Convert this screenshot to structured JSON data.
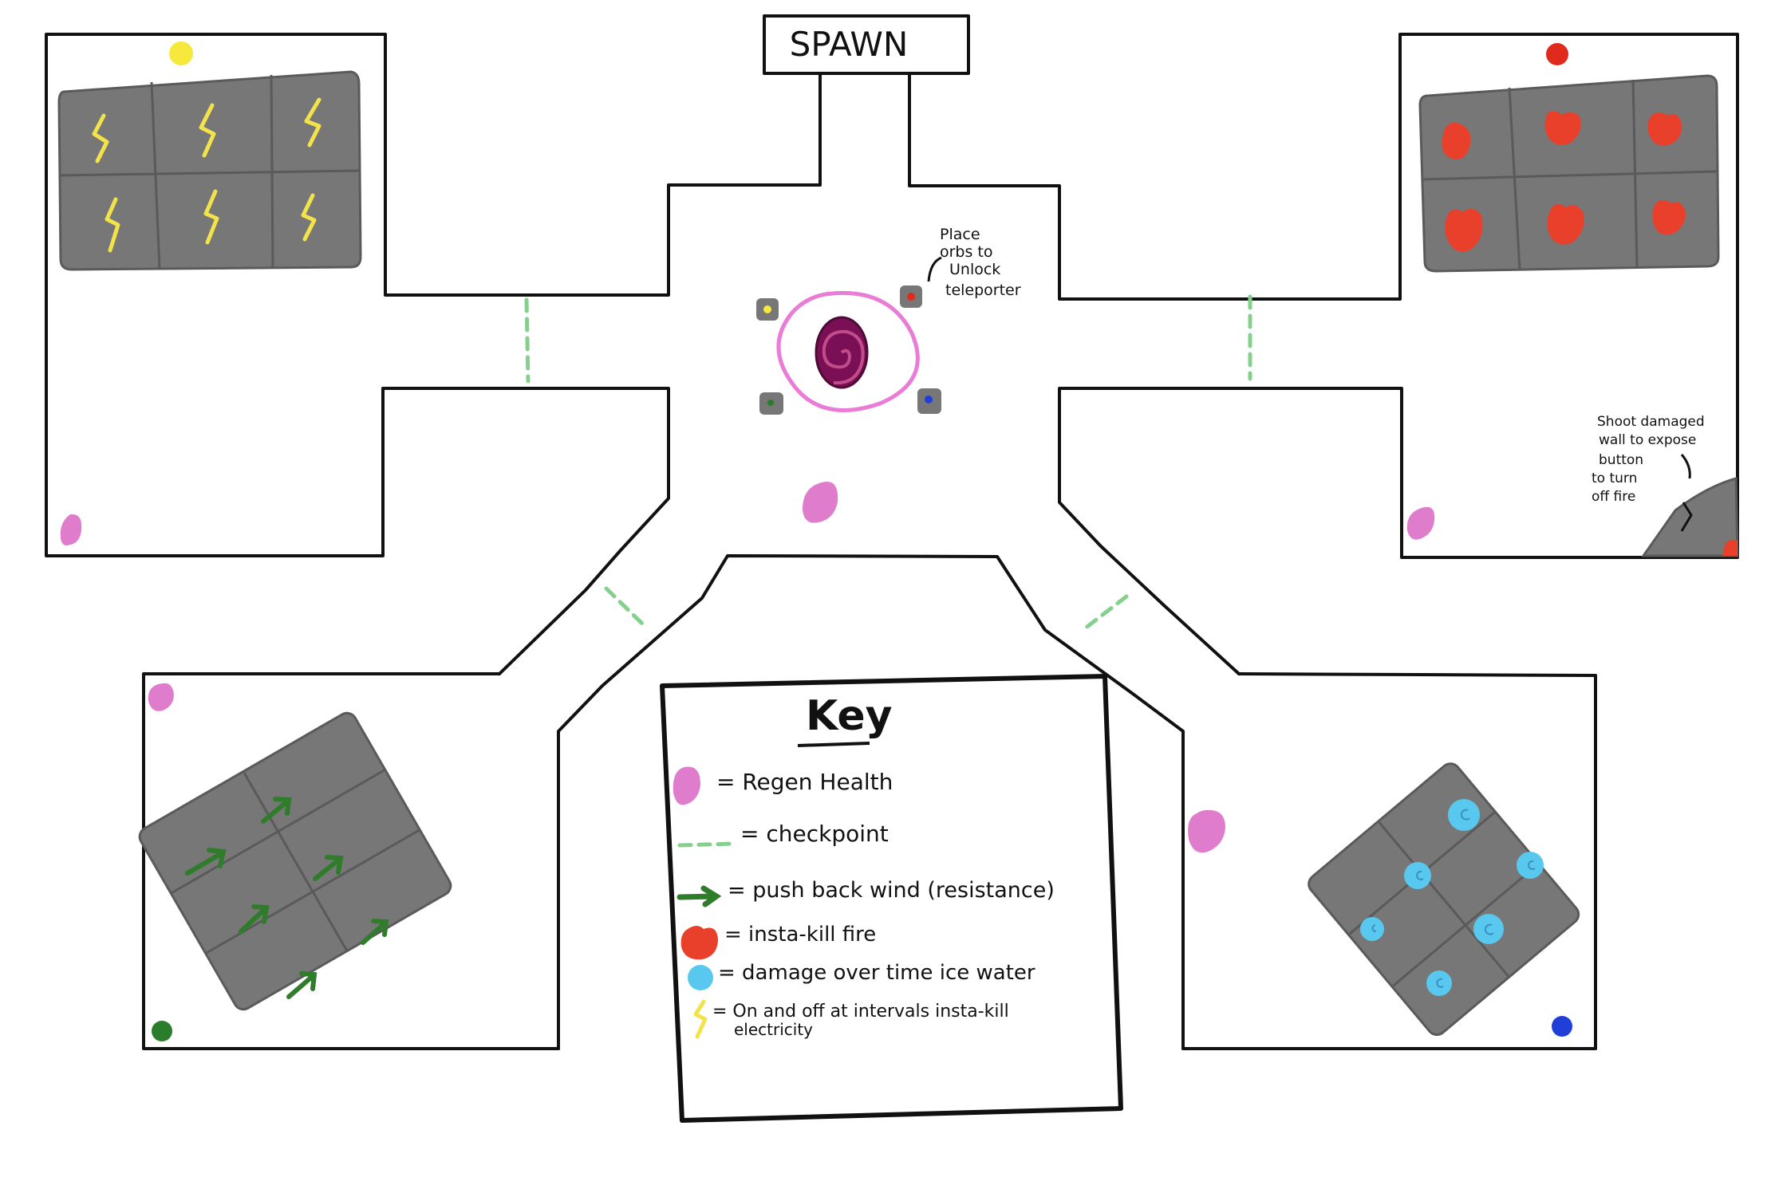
{
  "spawn": {
    "label": "SPAWN"
  },
  "annotations": {
    "orbs_note": [
      "Place",
      "orbs to",
      "Unlock",
      "teleporter"
    ],
    "fire_note": [
      "Shoot damaged",
      "wall to expose",
      "button",
      "to turn",
      "off fire"
    ]
  },
  "key": {
    "title": "Key",
    "items": [
      {
        "icon": "regen-health-icon",
        "text": "= Regen Health"
      },
      {
        "icon": "checkpoint-icon",
        "text": "= checkpoint"
      },
      {
        "icon": "wind-arrow-icon",
        "text": "= push back wind (resistance)"
      },
      {
        "icon": "fire-icon",
        "text": "= insta-kill fire"
      },
      {
        "icon": "ice-water-icon",
        "text": "= damage over time ice water"
      },
      {
        "icon": "lightning-icon",
        "text": "= On and off at intervals insta-kill",
        "text2": "electricity"
      }
    ]
  },
  "colors": {
    "wall": "#111111",
    "hazard_floor": "#777777",
    "grid": "#5a5a5a",
    "regen": "#e07ccc",
    "checkpoint": "#86d08e",
    "wind": "#2f7d2a",
    "fire": "#e8402b",
    "ice": "#59c8ef",
    "lightning": "#f2e34a",
    "teleporter_ring": "#ea7bd6",
    "teleporter_core": "#7a0f55",
    "orb_yellow": "#f6e93c",
    "orb_red": "#e02a1c",
    "orb_green": "#2a7d2a",
    "orb_blue": "#1f3fd8"
  }
}
